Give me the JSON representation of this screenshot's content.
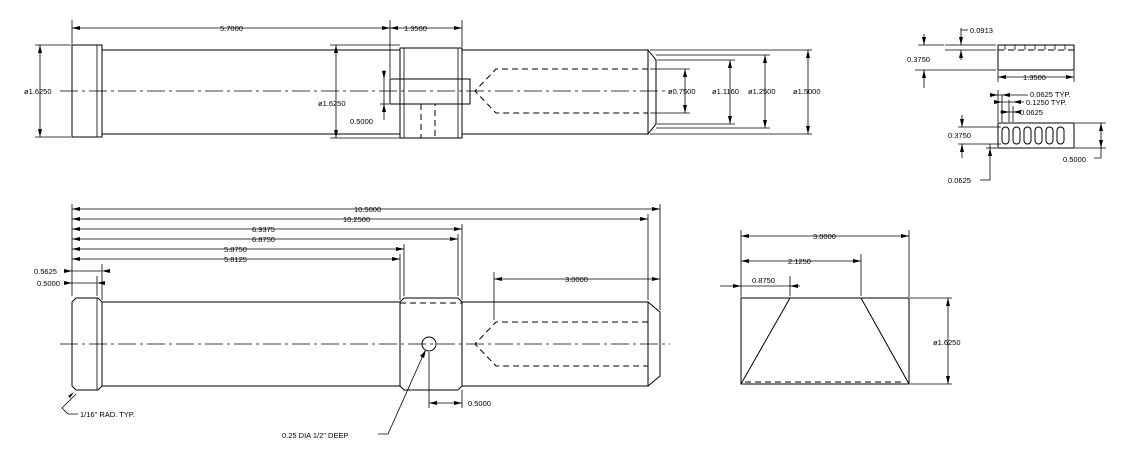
{
  "colors": {
    "line": "#000000",
    "background": "#ffffff"
  },
  "top_view": {
    "dims": {
      "len_5_7": "5.7000",
      "len_1_35": "1.3500",
      "dia_left": "ø1.6250",
      "dia_mid": "ø1.6250",
      "slot_depth": "0.5000",
      "bore_dia": "ø0.7500",
      "dia_1_116": "ø1.1160",
      "dia_1_25": "ø1.2500",
      "dia_1_5": "ø1.5000"
    }
  },
  "front_view": {
    "dims": {
      "len_10_5": "10.5000",
      "len_10_25": "10.2500",
      "len_6_9375": "6.9375",
      "len_6_875": "6.8750",
      "len_5_875": "5.8750",
      "len_5_8125": "5.8125",
      "len_0_5625": "0.5625",
      "len_0_5": "0.5000",
      "len_3_0": "3.0000",
      "hole_offset": "0.5000"
    },
    "notes": {
      "radius": "1/16\" RAD. TYP.",
      "hole": "0.25 DIA 1/2\" DEEP"
    }
  },
  "detail_top": {
    "dims": {
      "d_0913": "0.0913",
      "d_375": "0.3750",
      "d_135": "1.3500"
    }
  },
  "detail_bottom": {
    "dims": {
      "d_0625_typ": "0.0625 TYP.",
      "d_1250_typ": "0.1250 TYP.",
      "d_0625_a": "0.0625",
      "d_375": "0.3750",
      "d_5": "0.5000",
      "d_0625_b": "0.0625"
    }
  },
  "trapezoid": {
    "dims": {
      "d_3": "3.0000",
      "d_2125": "2.1250",
      "d_0875": "0.8750",
      "d_dia": "ø1.6250"
    }
  }
}
